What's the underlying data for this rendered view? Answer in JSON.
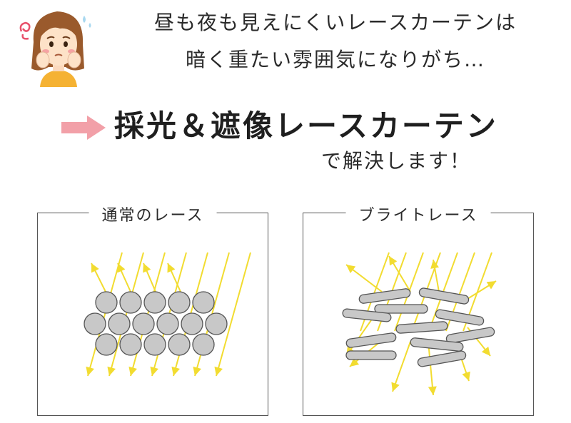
{
  "header": {
    "line1": "昼も夜も見えにくいレースカーテンは",
    "line2": "暗く重たい雰囲気になりがち…"
  },
  "headline": {
    "product": "採光＆遮像レースカーテン",
    "solve": "で解決します！"
  },
  "panels": [
    {
      "title": "通常のレース"
    },
    {
      "title": "ブライトレース"
    }
  ],
  "colors": {
    "light_ray": "#f2dc30",
    "thread": "#c8c8c8",
    "arrow_pink": "#f2a0a8",
    "text": "#2a2a2a"
  },
  "icons": [
    "worried-woman-icon",
    "right-arrow-icon"
  ]
}
